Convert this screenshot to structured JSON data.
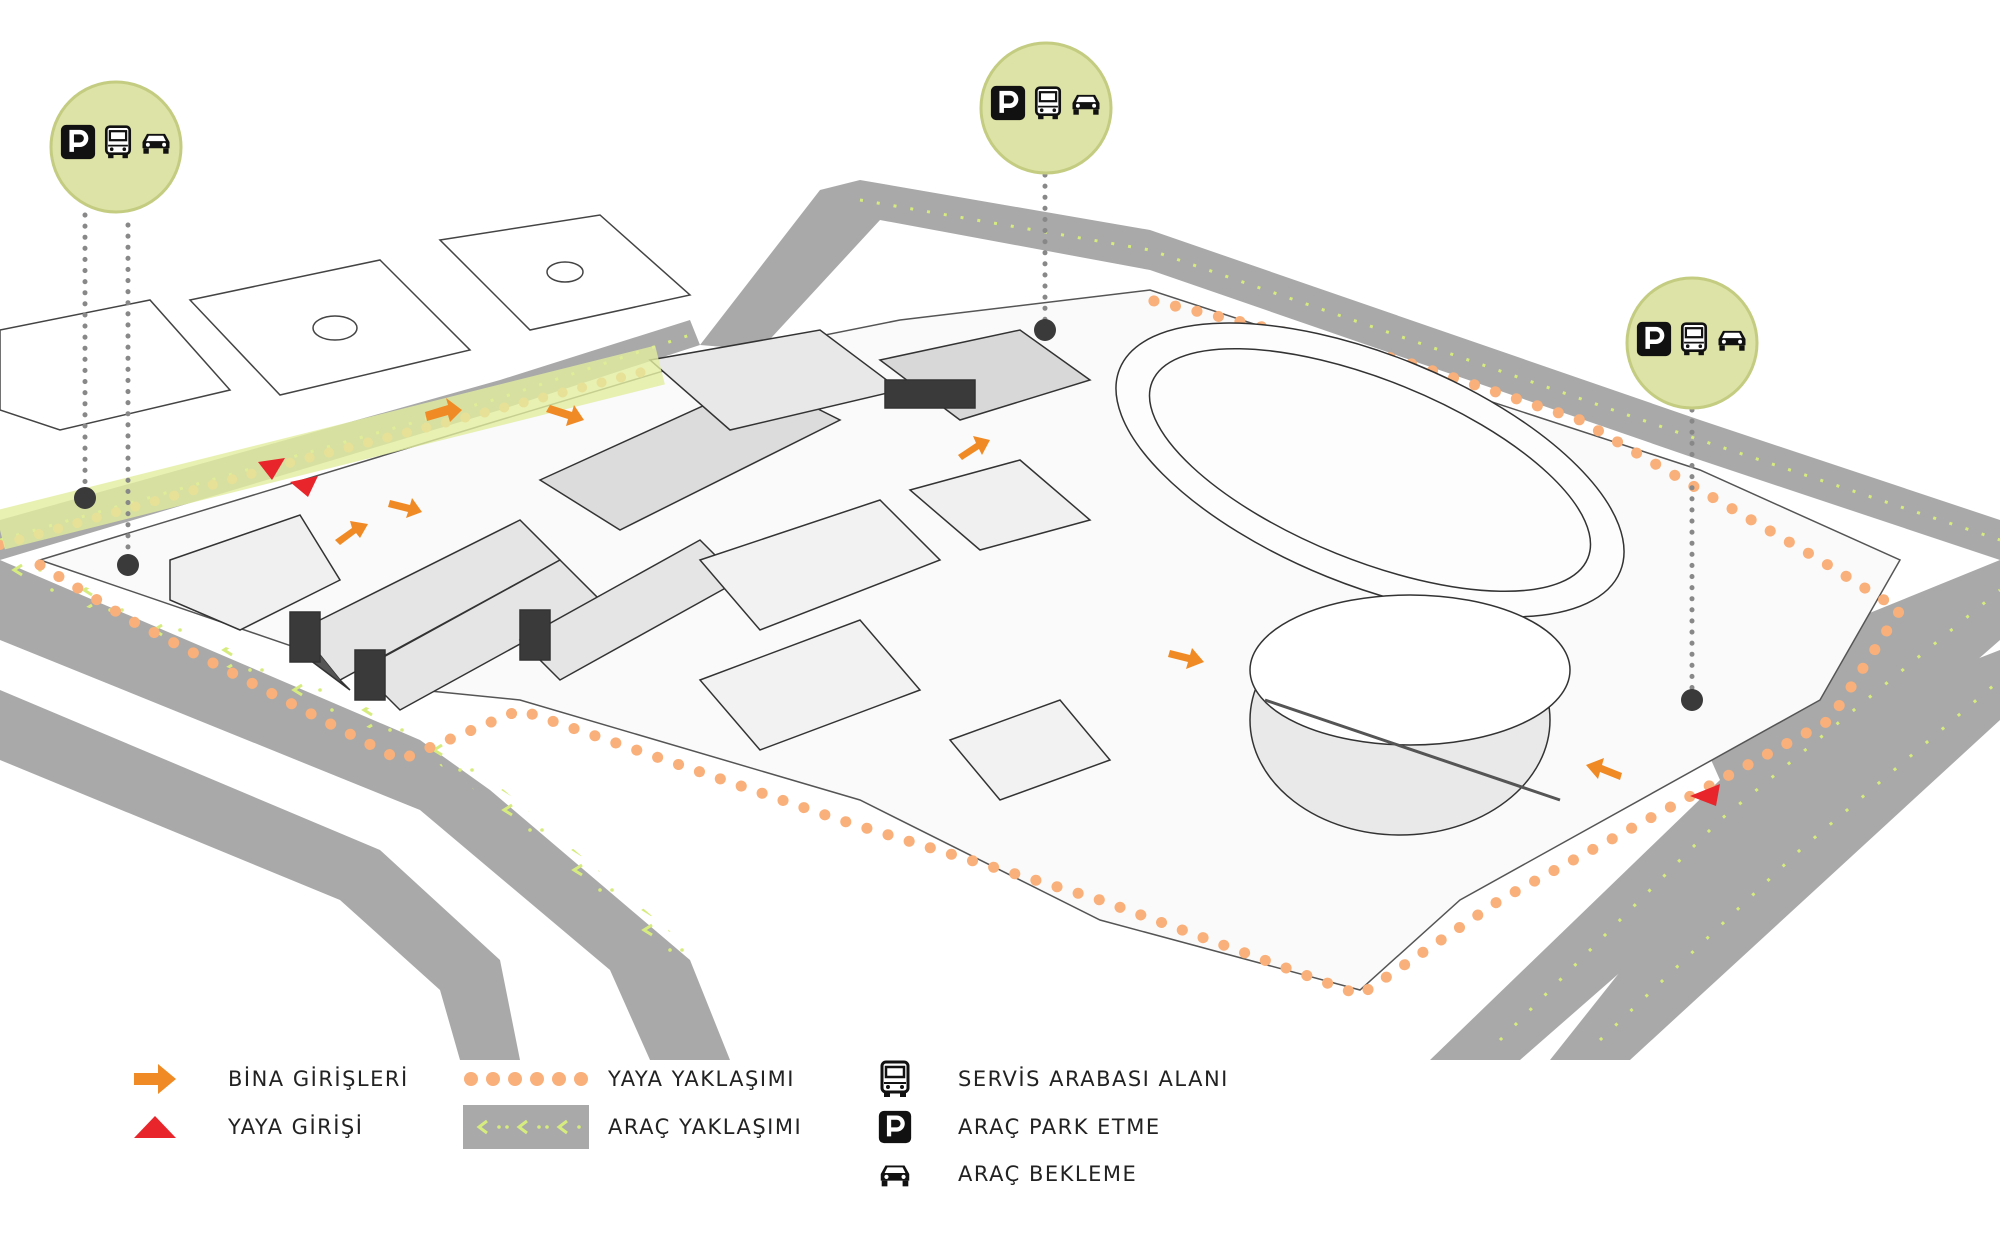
{
  "map": {
    "colors": {
      "pedestrian_path": "#f9b07a",
      "road_fill": "#a9a9a9",
      "road_arrow": "#d6ec7e",
      "building_entry_arrow": "#f08a24",
      "pedestrian_entry": "#e8252a",
      "badge_fill": "#dde3a6",
      "badge_stroke": "#c3cc80",
      "access_pin": "#3a3a3a"
    },
    "badges": [
      {
        "name": "access-badge-west",
        "icons": [
          "parking-icon",
          "school-bus-icon",
          "car-icon"
        ]
      },
      {
        "name": "access-badge-north",
        "icons": [
          "parking-icon",
          "school-bus-icon",
          "car-icon"
        ]
      },
      {
        "name": "access-badge-east",
        "icons": [
          "parking-icon",
          "school-bus-icon",
          "car-icon"
        ]
      }
    ]
  },
  "legend": {
    "building_entrances": {
      "label": "BİNA GİRİŞLERİ",
      "icon": "orange-arrow-icon"
    },
    "pedestrian_entrance": {
      "label": "YAYA GİRİŞİ",
      "icon": "red-triangle-icon"
    },
    "pedestrian_approach": {
      "label": "YAYA YAKLAŞIMI",
      "icon": "orange-dotted-line-icon"
    },
    "vehicle_approach": {
      "label": "ARAÇ YAKLAŞIMI",
      "icon": "road-arrow-band-icon"
    },
    "shuttle_area": {
      "label": "SERVİS ARABASI ALANI",
      "icon": "school-bus-icon"
    },
    "vehicle_parking": {
      "label": "ARAÇ PARK ETME",
      "icon": "parking-icon"
    },
    "vehicle_waiting": {
      "label": "ARAÇ BEKLEME",
      "icon": "car-icon"
    }
  }
}
